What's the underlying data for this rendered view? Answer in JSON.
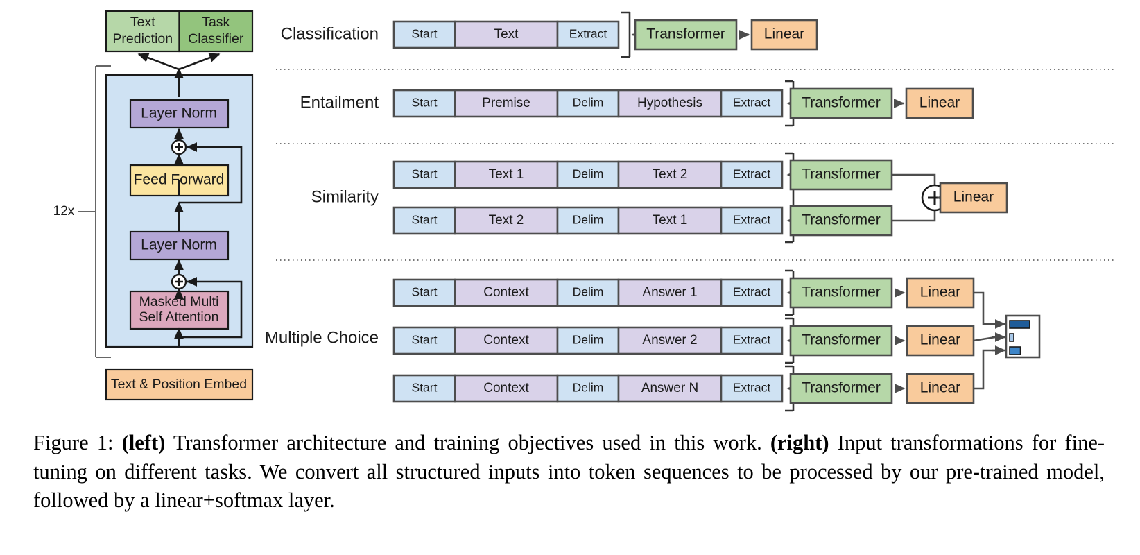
{
  "figure": {
    "caption_parts": [
      {
        "text": "Figure 1: ",
        "bold": false
      },
      {
        "text": "(left)",
        "bold": true
      },
      {
        "text": " Transformer architecture and training objectives used in this work. ",
        "bold": false
      },
      {
        "text": "(right)",
        "bold": true
      },
      {
        "text": " Input transformations for fine-tuning on different tasks. We convert all structured inputs into token sequences to be processed by our pre-trained model, followed by a linear+softmax layer.",
        "bold": false
      }
    ]
  },
  "colors": {
    "token_start": "#cfe2f3",
    "token_content": "#d9d2e9",
    "transformer_green": "#b6d7a8",
    "task_classifier_green": "#93c47d",
    "linear_orange": "#f9cb9c",
    "layer_norm_purple": "#b4a7d6",
    "feed_forward_yellow": "#fce5a0",
    "attention_pink": "#dca8bd",
    "panel_blue": "#cfe2f3",
    "bar_dark": "#1f5c99",
    "bar_mid": "#3d85c8",
    "bar_light": "#a8c8e8",
    "stroke": "#1a1a1a"
  },
  "left_diagram": {
    "heads": [
      {
        "label_line1": "Text",
        "label_line2": "Prediction",
        "color_key": "transformer_green"
      },
      {
        "label_line1": "Task",
        "label_line2": "Classifier",
        "color_key": "task_classifier_green"
      }
    ],
    "repeat_label": "12x",
    "blocks": [
      {
        "name": "layer-norm-top",
        "label": "Layer Norm"
      },
      {
        "name": "feed-forward",
        "label": "Feed Forward"
      },
      {
        "name": "layer-norm-bottom",
        "label": "Layer Norm"
      },
      {
        "name": "masked-attention",
        "label_line1": "Masked Multi",
        "label_line2": "Self Attention"
      }
    ],
    "embed_label": "Text & Position Embed",
    "residual_symbol": "+"
  },
  "tasks": [
    {
      "name": "classification",
      "label": "Classification",
      "rows": [
        {
          "tokens": [
            {
              "text": "Start",
              "kind": "special",
              "w": 88
            },
            {
              "text": "Text",
              "kind": "content",
              "w": 148
            },
            {
              "text": "Extract",
              "kind": "special",
              "w": 88
            }
          ]
        }
      ],
      "transformer_label": "Transformer",
      "linear_label": "Linear",
      "merge": "none"
    },
    {
      "name": "entailment",
      "label": "Entailment",
      "rows": [
        {
          "tokens": [
            {
              "text": "Start",
              "kind": "special",
              "w": 88
            },
            {
              "text": "Premise",
              "kind": "content",
              "w": 148
            },
            {
              "text": "Delim",
              "kind": "special",
              "w": 88
            },
            {
              "text": "Hypothesis",
              "kind": "content",
              "w": 148
            },
            {
              "text": "Extract",
              "kind": "special",
              "w": 88
            }
          ]
        }
      ],
      "transformer_label": "Transformer",
      "linear_label": "Linear",
      "merge": "none"
    },
    {
      "name": "similarity",
      "label": "Similarity",
      "rows": [
        {
          "tokens": [
            {
              "text": "Start",
              "kind": "special",
              "w": 88
            },
            {
              "text": "Text 1",
              "kind": "content",
              "w": 148
            },
            {
              "text": "Delim",
              "kind": "special",
              "w": 88
            },
            {
              "text": "Text 2",
              "kind": "content",
              "w": 148
            },
            {
              "text": "Extract",
              "kind": "special",
              "w": 88
            }
          ]
        },
        {
          "tokens": [
            {
              "text": "Start",
              "kind": "special",
              "w": 88
            },
            {
              "text": "Text 2",
              "kind": "content",
              "w": 148
            },
            {
              "text": "Delim",
              "kind": "special",
              "w": 88
            },
            {
              "text": "Text 1",
              "kind": "content",
              "w": 148
            },
            {
              "text": "Extract",
              "kind": "special",
              "w": 88
            }
          ]
        }
      ],
      "transformer_label": "Transformer",
      "linear_label": "Linear",
      "merge": "plus",
      "merge_symbol": "+"
    },
    {
      "name": "multiple-choice",
      "label": "Multiple Choice",
      "rows": [
        {
          "tokens": [
            {
              "text": "Start",
              "kind": "special",
              "w": 88
            },
            {
              "text": "Context",
              "kind": "content",
              "w": 148
            },
            {
              "text": "Delim",
              "kind": "special",
              "w": 88
            },
            {
              "text": "Answer 1",
              "kind": "content",
              "w": 148
            },
            {
              "text": "Extract",
              "kind": "special",
              "w": 88
            }
          ]
        },
        {
          "tokens": [
            {
              "text": "Start",
              "kind": "special",
              "w": 88
            },
            {
              "text": "Context",
              "kind": "content",
              "w": 148
            },
            {
              "text": "Delim",
              "kind": "special",
              "w": 88
            },
            {
              "text": "Answer 2",
              "kind": "content",
              "w": 148
            },
            {
              "text": "Extract",
              "kind": "special",
              "w": 88
            }
          ]
        },
        {
          "tokens": [
            {
              "text": "Start",
              "kind": "special",
              "w": 88
            },
            {
              "text": "Context",
              "kind": "content",
              "w": 148
            },
            {
              "text": "Delim",
              "kind": "special",
              "w": 88
            },
            {
              "text": "Answer N",
              "kind": "content",
              "w": 148
            },
            {
              "text": "Extract",
              "kind": "special",
              "w": 88
            }
          ]
        }
      ],
      "transformer_label": "Transformer",
      "linear_label": "Linear",
      "merge": "softmax-bars"
    }
  ],
  "softmax_chart": {
    "type": "bar",
    "orientation": "horizontal",
    "bars": [
      {
        "value": 0.78,
        "color_key": "bar_dark"
      },
      {
        "value": 0.11,
        "color_key": "bar_light"
      },
      {
        "value": 0.42,
        "color_key": "bar_mid"
      }
    ]
  }
}
